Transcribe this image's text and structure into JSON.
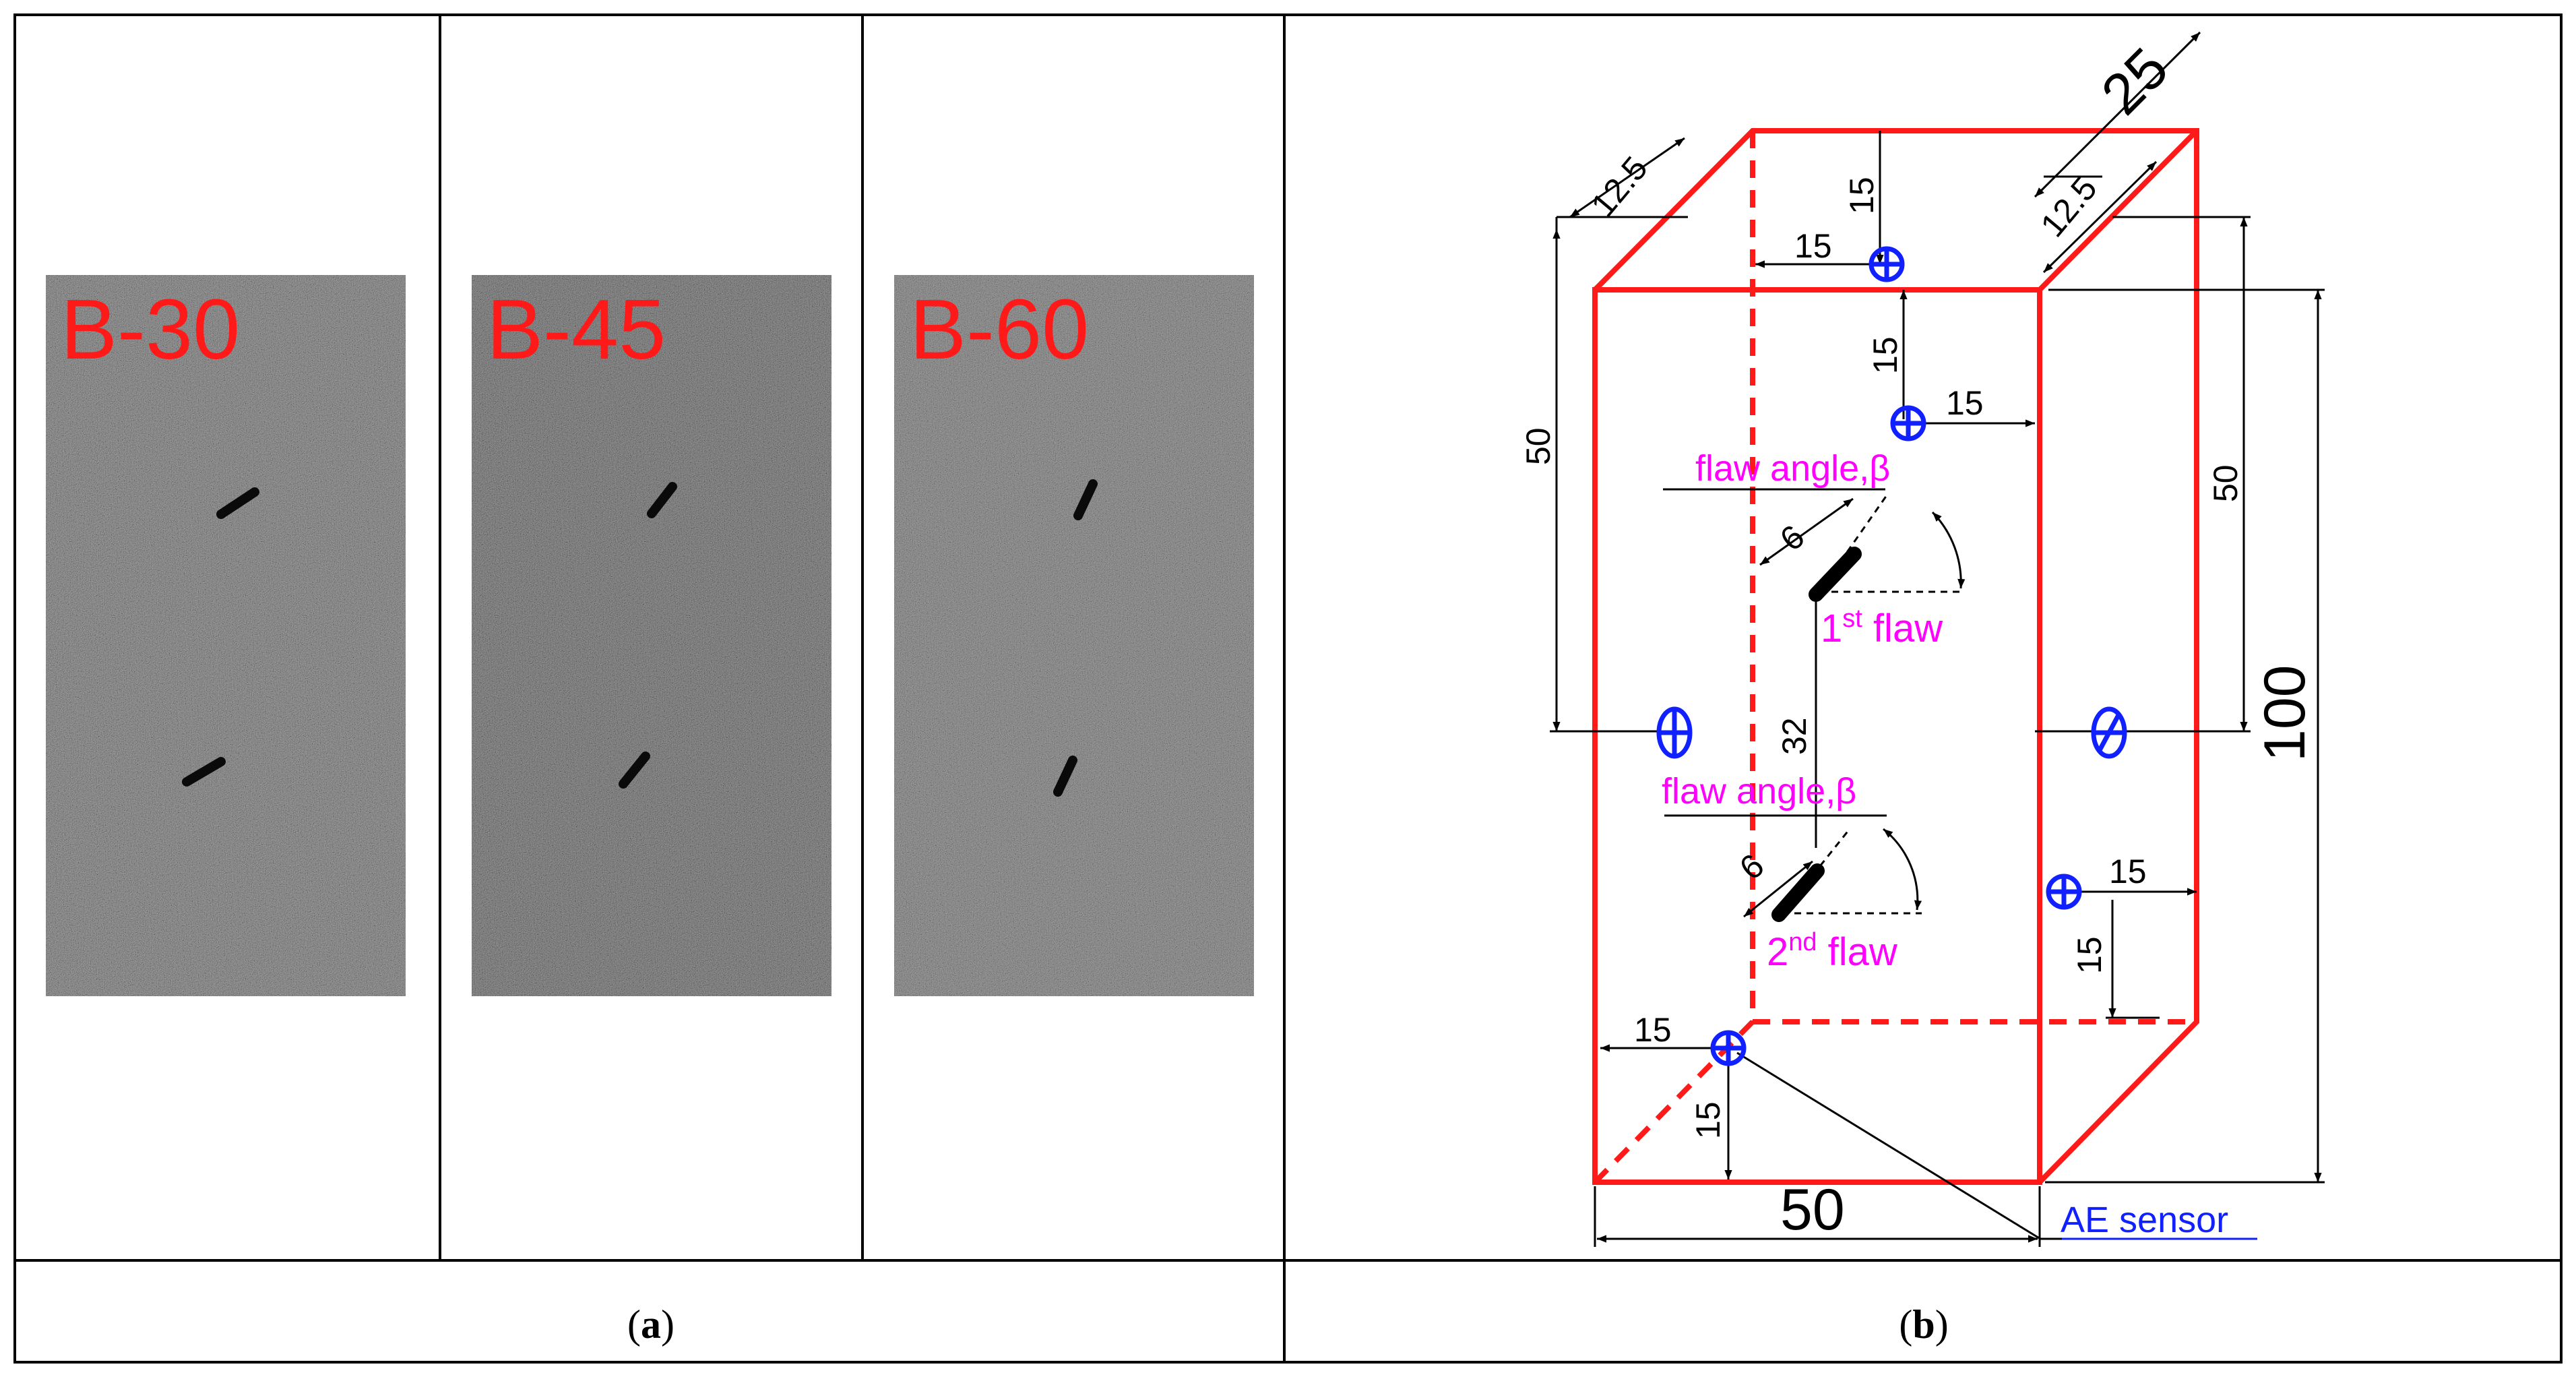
{
  "panel_a": {
    "photos": [
      {
        "label": "B-30"
      },
      {
        "label": "B-45"
      },
      {
        "label": "B-60"
      }
    ],
    "caption": {
      "open": "(",
      "letter": "a",
      "close": ")"
    }
  },
  "panel_b": {
    "caption": {
      "open": "(",
      "letter": "b",
      "close": ")"
    },
    "dims": {
      "top_depth": "25",
      "top_offset_left": "12.5",
      "top_offset_right": "12.5",
      "top_sensor_x": "15",
      "top_sensor_y": "15",
      "upper_sensor_y": "15",
      "upper_sensor_x": "15",
      "left_half_height": "50",
      "right_half_height": "50",
      "height": "100",
      "flaw1_length": "6",
      "flaw_gap": "32",
      "flaw2_length": "6",
      "lower_right_sensor_x": "15",
      "lower_right_sensor_y": "15",
      "bottom_sensor_x": "15",
      "bottom_sensor_y": "15",
      "width": "50"
    },
    "flaw1": {
      "angle_label": "flaw angle,β",
      "num": "1",
      "sup": "st",
      "word": " flaw"
    },
    "flaw2": {
      "angle_label": "flaw angle,β",
      "num": "2",
      "sup": "nd",
      "word": " flaw"
    },
    "sensor_label": "AE sensor"
  },
  "colors": {
    "outline": "#ff1a1a",
    "sensor": "#1020ff",
    "annotation": "#ff00ff",
    "dimension": "#000000"
  }
}
